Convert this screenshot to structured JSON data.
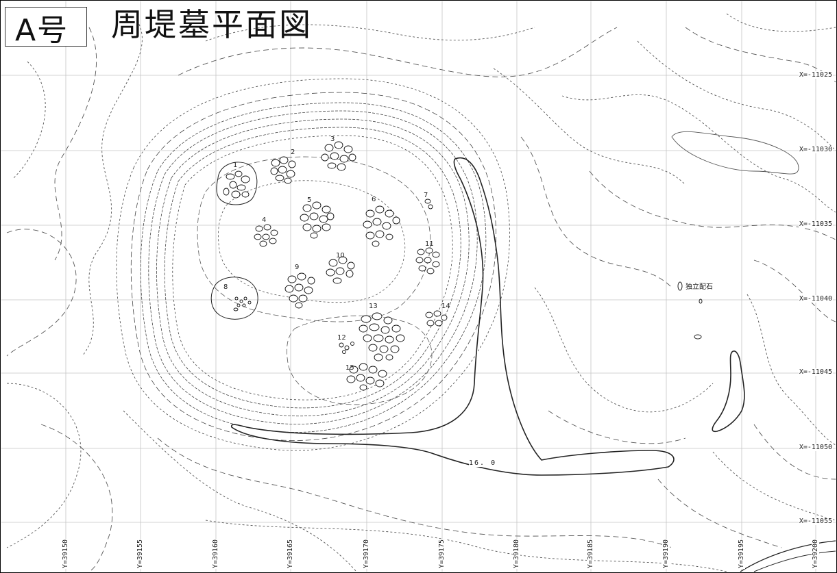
{
  "title": {
    "prefix": "A号",
    "main": "周堤墓平面図"
  },
  "grid": {
    "x_labels": [
      "X=-11025",
      "X=-11030",
      "X=-11035",
      "X=-11040",
      "X=-11045",
      "X=-11050",
      "X=-11055"
    ],
    "y_labels": [
      "Y=39150",
      "Y=39155",
      "Y=39160",
      "Y=39165",
      "Y=39170",
      "Y=39175",
      "Y=39180",
      "Y=39185",
      "Y=39190",
      "Y=39195",
      "Y=39200"
    ]
  },
  "contour_label": "16. 0",
  "feature_label": "独立配石",
  "stone_groups": [
    "1",
    "2",
    "3",
    "4",
    "5",
    "6",
    "7",
    "8",
    "9",
    "10",
    "11",
    "12",
    "13",
    "14",
    "15"
  ],
  "colors": {
    "ink": "#222222",
    "grid": "#bbbbbb",
    "background": "#ffffff"
  }
}
